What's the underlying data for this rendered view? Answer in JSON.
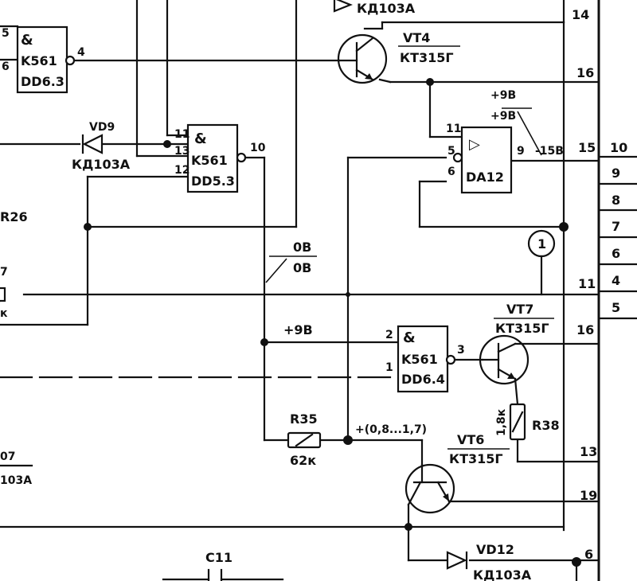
{
  "chips": {
    "dd63": {
      "logic": "&",
      "series": "K561",
      "ref": "DD6.3",
      "pin_out": "4",
      "pin_in1": "5",
      "pin_in2": "6"
    },
    "dd53": {
      "logic": "&",
      "series": "K561",
      "ref": "DD5.3",
      "pin_in1": "11",
      "pin_in2": "13",
      "pin_in3": "12",
      "pin_out": "10"
    },
    "da12": {
      "symbol": "▷",
      "ref": "DA12",
      "pin_top": "11",
      "pin_in1": "5",
      "pin_in2": "6",
      "pin_out": "9",
      "supply1": "+9В",
      "supply2": "+9В",
      "out_level": "-15В"
    },
    "dd64": {
      "logic": "&",
      "series": "K561",
      "ref": "DD6.4",
      "pin_in1": "2",
      "pin_in2": "1",
      "pin_out": "3"
    }
  },
  "transistors": {
    "vt4": {
      "ref": "VT4",
      "type": "КТ315Г"
    },
    "vt7": {
      "ref": "VT7",
      "type": "КТ315Г"
    },
    "vt6": {
      "ref": "VT6",
      "type": "КТ315Г"
    }
  },
  "diodes": {
    "top": {
      "type": "КД103А"
    },
    "vd9": {
      "ref": "VD9",
      "type": "КД103А"
    },
    "vd12": {
      "ref": "VD12",
      "type": "КД103А"
    },
    "vd7": {
      "ref": "07",
      "type": "103А"
    }
  },
  "resistors": {
    "r35": {
      "ref": "R35",
      "value": "62к"
    },
    "r38": {
      "ref": "R38",
      "value": "1,8к"
    },
    "r26": {
      "ref": "R26"
    },
    "r27": {
      "ref": "7",
      "value": "к"
    }
  },
  "capacitors": {
    "c11": {
      "ref": "C11"
    }
  },
  "labels": {
    "ov_top": "0В",
    "ov_bottom": "0В",
    "plus9": "+9В",
    "plus08": "+(0,8...1,7)",
    "circle_mark": "1"
  },
  "bus_pins": [
    "14",
    "16",
    "15",
    "11",
    "16",
    "13",
    "19",
    "6"
  ],
  "connector": [
    "10",
    "9",
    "8",
    "7",
    "6",
    "4",
    "5"
  ]
}
